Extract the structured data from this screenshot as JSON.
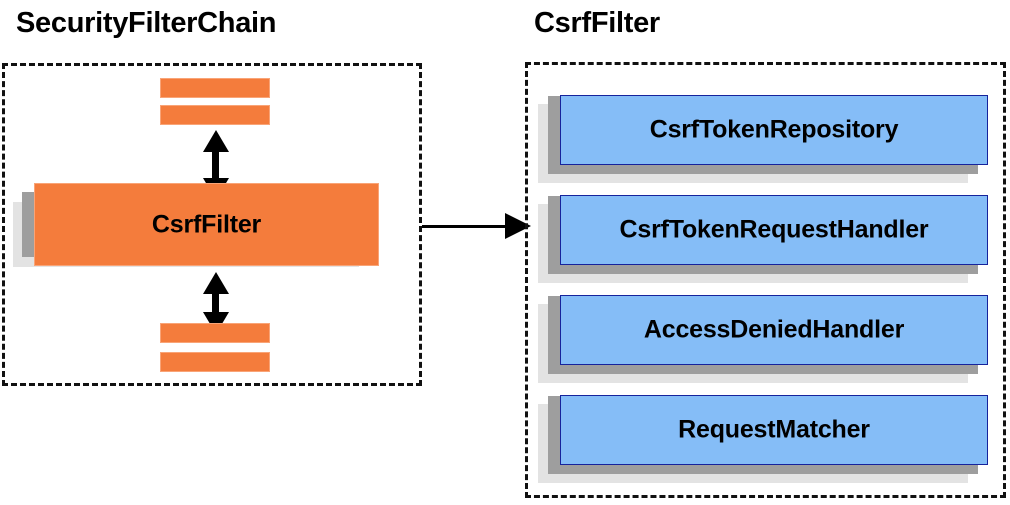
{
  "diagram": {
    "background_color": "#ffffff",
    "panels": [
      {
        "id": "security-filter-chain",
        "title": "SecurityFilterChain",
        "border_style": "dashed",
        "border_color": "#111111",
        "blocks": [
          {
            "label": "",
            "kind": "slab",
            "color": "#f47c3c"
          },
          {
            "label": "",
            "kind": "slab",
            "color": "#f47c3c"
          },
          {
            "label": "CsrfFilter",
            "kind": "stacked",
            "color": "#f47c3c"
          },
          {
            "label": "",
            "kind": "slab",
            "color": "#f47c3c"
          },
          {
            "label": "",
            "kind": "slab",
            "color": "#f47c3c"
          }
        ]
      },
      {
        "id": "csrf-filter",
        "title": "CsrfFilter",
        "border_style": "dashed",
        "border_color": "#111111",
        "blocks": [
          {
            "label": "CsrfTokenRepository",
            "kind": "stacked",
            "color": "#85bdf7"
          },
          {
            "label": "CsrfTokenRequestHandler",
            "kind": "stacked",
            "color": "#85bdf7"
          },
          {
            "label": "AccessDeniedHandler",
            "kind": "stacked",
            "color": "#85bdf7"
          },
          {
            "label": "RequestMatcher",
            "kind": "stacked",
            "color": "#85bdf7"
          }
        ]
      }
    ],
    "connectors": [
      {
        "id": "top-double-arrow",
        "type": "double-vertical",
        "color": "#000000"
      },
      {
        "id": "bottom-double-arrow",
        "type": "double-vertical",
        "color": "#000000"
      },
      {
        "id": "panel-link-arrow",
        "type": "single-right",
        "color": "#000000"
      }
    ],
    "colors": {
      "orange_fill": "#f47c3c",
      "orange_border": "#f9a477",
      "blue_fill": "#85bdf7",
      "blue_border": "#16239c",
      "shadow_light": "#e3e3e3",
      "shadow_mid": "#9e9e9e",
      "text": "#000000"
    }
  }
}
